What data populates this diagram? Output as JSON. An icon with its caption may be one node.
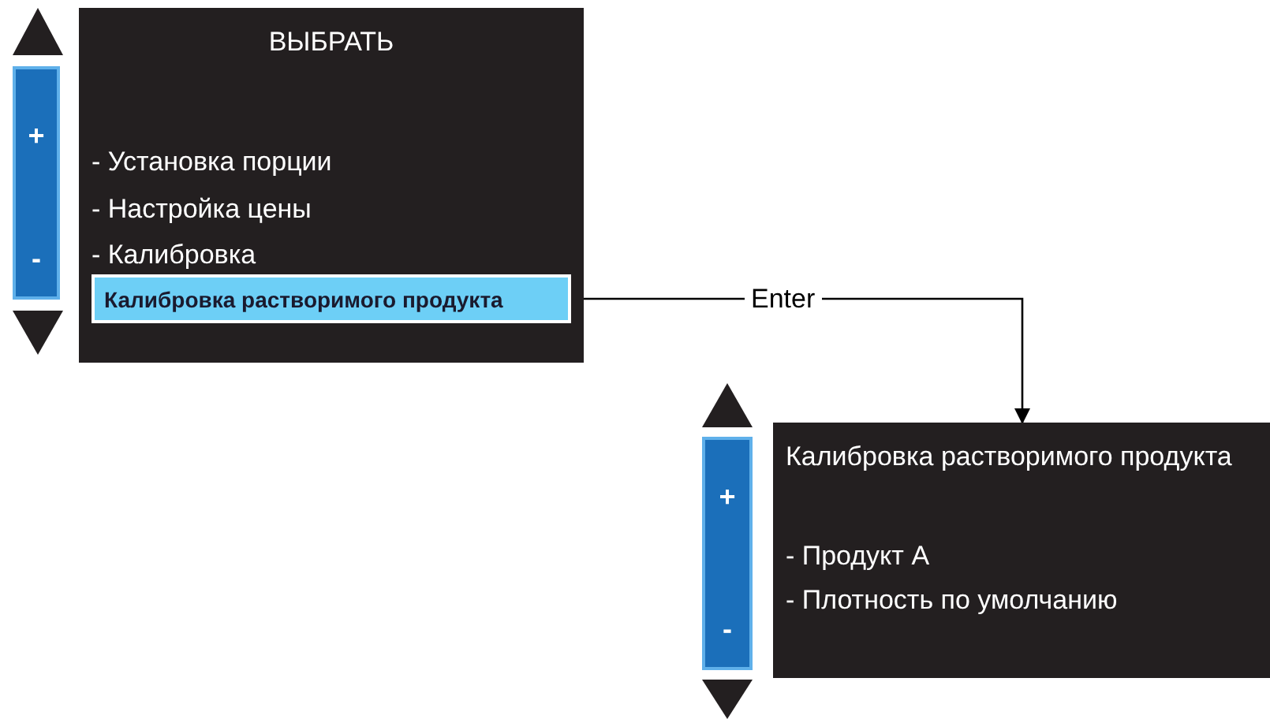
{
  "diagram": {
    "nodes": [
      {
        "text": [
          "+",
          "-"
        ]
      },
      {
        "text": [
          "ВЫБРАТЬ",
          "- Установка порции",
          "- Настройка цены",
          "- Калибровка"
        ]
      },
      {
        "text": [
          "Калибровка растворимого продукта"
        ],
        "in": 1
      },
      {
        "text": [
          "+",
          "-"
        ]
      },
      {
        "text": [
          "Калибровка растворимого продукта",
          "- Продукт A",
          "- Плотность по умолчанию"
        ]
      }
    ],
    "edges": [
      {
        "from": 2,
        "to": 4,
        "arrow": "to",
        "label": "Enter"
      }
    ]
  }
}
